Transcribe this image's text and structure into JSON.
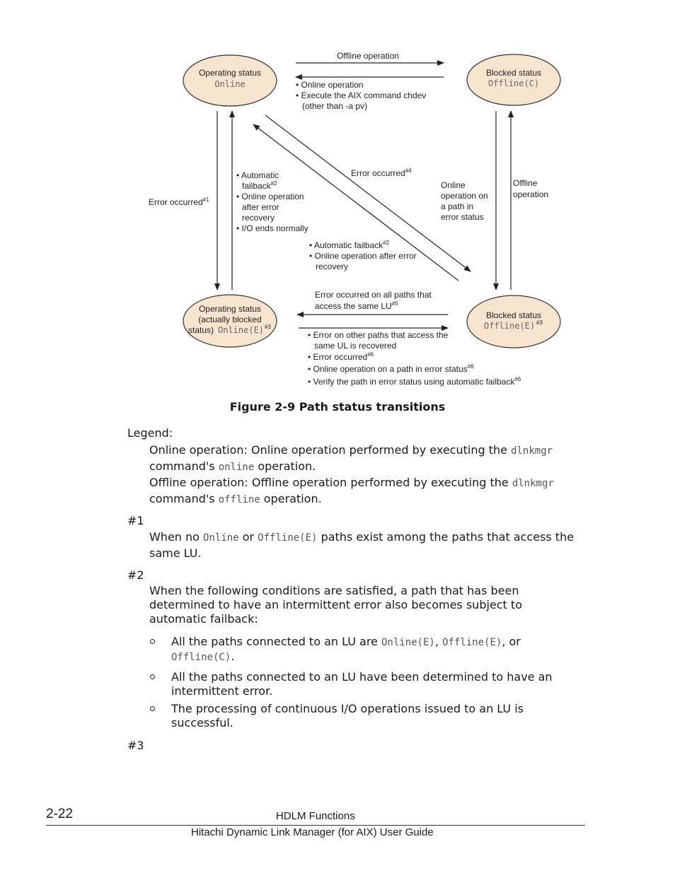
{
  "diagram": {
    "nodes": {
      "online": {
        "title": "Operating status",
        "code": "Online"
      },
      "offline_c": {
        "title": "Blocked status",
        "code": "Offline(C)"
      },
      "online_e": {
        "line1": "Operating status",
        "line2": "(actually blocked",
        "line3": "status)",
        "code": "Online(E)",
        "sup": "#3"
      },
      "offline_e": {
        "title": "Blocked status",
        "code": "Offline(E)",
        "sup": "#3"
      }
    },
    "labels": {
      "offline_operation_top": "Offline operation",
      "online_operation_top": "• Online operation",
      "execute_aix": "• Execute the AIX command ",
      "chdev": "chdev",
      "other_than": "(other than -",
      "a_pv": "a pv",
      "close_paren": ")",
      "error_occurred_1": "Error occurred",
      "sup1": "#1",
      "auto_failback_left_1": "• Automatic",
      "auto_failback_left_2": "failback",
      "sup2a": "#2",
      "online_after_recovery_1": "• Online operation",
      "online_after_recovery_2": "after error",
      "online_after_recovery_3": "recovery",
      "io_ends": "• I/O ends normally",
      "error_occurred_4": "Error occurred",
      "sup4": "#4",
      "online_on_path_1": "Online",
      "online_on_path_2": "operation on",
      "online_on_path_3": "a path in",
      "online_on_path_4": "error status",
      "offline_operation_right_1": "Offline",
      "offline_operation_right_2": "operation",
      "auto_failback_mid": "• Automatic failback",
      "sup2b": "#2",
      "online_after_error_1": "• Online operation after error",
      "online_after_error_2": "recovery",
      "error_all_paths_1": "Error occurred on all paths that",
      "error_all_paths_2": "access the same LU",
      "sup5": "#5",
      "bottom_1a": "• Error on other paths that access the",
      "bottom_1b": "same UL is recovered",
      "bottom_2": "• Error occurred",
      "sup6a": "#6",
      "bottom_3": "• Online operation on a path in error status",
      "sup6b": "#6",
      "bottom_4": "• Verify the path in error status using automatic failback",
      "sup6c": "#6"
    }
  },
  "caption": "Figure 2-9 Path status transitions",
  "legend": {
    "label": "Legend:",
    "online_pre": "Online operation: Online operation performed by executing the ",
    "online_cmd": "dlnkmgr",
    "online_mid": "command's ",
    "online_op": "online",
    "online_post": " operation.",
    "offline_pre": "Offline operation: Offline operation performed by executing the ",
    "offline_cmd": "dlnkmgr",
    "offline_mid": "command's ",
    "offline_op": "offline",
    "offline_post": " operation."
  },
  "notes": {
    "n1": {
      "label": "#1",
      "pre": "When no ",
      "code1": "Online",
      "mid": " or ",
      "code2": "Offline(E)",
      "post": " paths exist among the paths that access the same LU."
    },
    "n2": {
      "label": "#2",
      "text": "When the following conditions are satisfied, a path that has been determined to have an intermittent error also becomes subject to automatic failback:",
      "b1_pre": "All the paths connected to an LU are ",
      "b1_code1": "Online(E)",
      "b1_sep1": ", ",
      "b1_code2": "Offline(E)",
      "b1_sep2": ", or ",
      "b1_code3": "Offline(C)",
      "b1_post": ".",
      "b2": "All the paths connected to an LU have been determined to have an intermittent error.",
      "b3": "The processing of continuous I/O operations issued to an LU is successful."
    },
    "n3": {
      "label": "#3"
    }
  },
  "footer": {
    "page": "2-22",
    "section": "HDLM Functions",
    "guide": "Hitachi Dynamic Link Manager (for AIX) User Guide"
  }
}
